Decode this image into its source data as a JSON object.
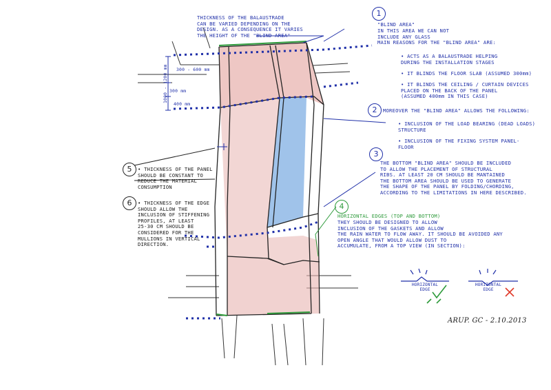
{
  "colors": {
    "blue": "#1f2fa8",
    "black": "#1a1a1a",
    "green": "#2d9a3a",
    "red_fill": "#e8b4b0",
    "glass_fill": "#8fb8e6",
    "cross": "#e03a2a"
  },
  "top_note": "THICKNESS OF THE BALAUSTRADE\nCAN BE VARIED DEPENDING ON THE\nDESIGN. AS A CONSEQUENCE IT VARIES\nTHE HEIGHT OF THE \"BLIND AREA\"",
  "dimensions": {
    "total": "1000 - 1200 mm",
    "a": "300 - 600 mm",
    "b": "300 mm",
    "c": "400 mm"
  },
  "note1": {
    "number": "1",
    "heading": "\"BLIND AREA\"",
    "lines": "IN THIS AREA WE CAN NOT\nINCLUDE ANY GLASS\nMAIN REASONS FOR THE \"BLIND AREA\" ARE:",
    "bullet1": "ACTS AS A BALAUSTRADE HELPING\nDURING THE INSTALLATION STAGES",
    "bullet2": "IT BLINDS THE FLOOR SLAB (ASSUMED 300mm)",
    "bullet3": "IT BLINDS THE CEILING / CURTAIN DEVICES\nPLACED ON THE BACK OF THE PANEL\n(ASSUMED 400mm IN THIS CASE)"
  },
  "note2": {
    "number": "2",
    "heading": "MOREOVER THE \"BLIND AREA\" ALLOWS THE FOLLOWING:",
    "bullet1": "INCLUSION OF THE LOAD BEARING (DEAD LOADS)\nSTRUCTURE",
    "bullet2": "INCLUSION OF THE FIXING SYSTEM PANEL-\nFLOOR"
  },
  "note3": {
    "number": "3",
    "text": "THE BOTTOM \"BLIND AREA\" SHOULD BE INCLUDED\nTO ALLOW THE PLACEMENT OF STRUCTURAL\nRIBS. AT LEAST 20 CM SHOULD BE MANTAINED\nTHE BOTTOM AREA SHOULD BE USED TO GENERATE\nTHE SHAPE OF THE PANEL BY FOLDING/CHORDING,\nACCORDING TO THE LIMITATIONS IN HERE DESCRIBED."
  },
  "note4": {
    "number": "4",
    "heading": "HORIZONTAL EDGES (TOP AND BOTTOM)",
    "text": "THEY SHOULD BE DESIGNED TO ALLOW\nINCLUSION OF THE GASKETS AND ALLOW\nTHE RAIN WATER TO FLOW AWAY. IT SHOULD BE AVOIDED ANY\nOPEN ANGLE THAT WOULD ALLOW DUST TO\nACCUMULATE, FROM A TOP VIEW (IN SECTION):",
    "label_ok": "HORIZONTAL\nEDGE",
    "label_bad": "HORIZONTAL\nEDGE"
  },
  "note5": {
    "number": "5",
    "text": "THICKNESS OF THE PANEL\nSHOULD BE CONSTANT TO\nREDUCE THE MATERIAL\nCONSUMPTION"
  },
  "note6": {
    "number": "6",
    "text": "THICKNESS OF THE EDGE\nSHOULD ALLOW THE\nINCLUSION OF STIFFENING\nPROFILES, AT LEAST\n25-30 CM SHOULD BE\nCONSIDERED FOR THE\nMULLIONS IN VERTICAL\nDIRECTION."
  },
  "signature": "ARUP. GC - 2.10.2013"
}
